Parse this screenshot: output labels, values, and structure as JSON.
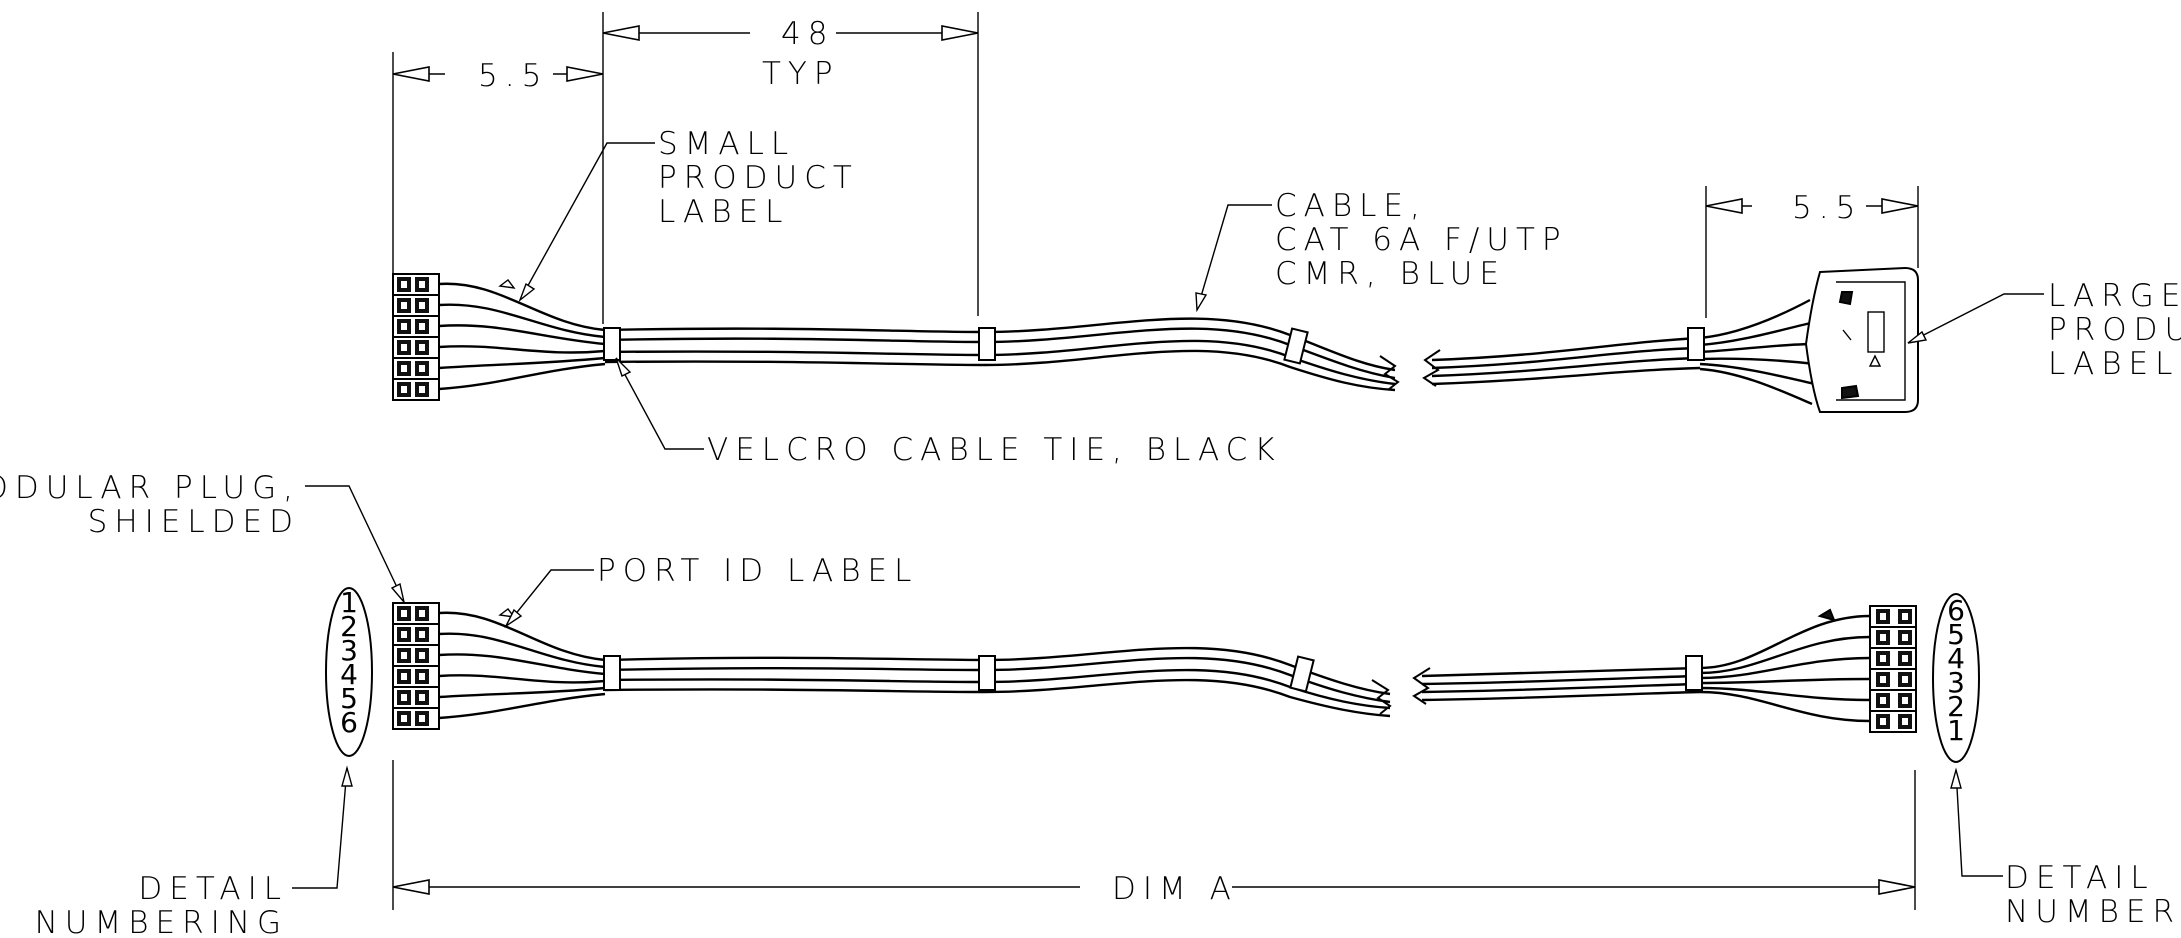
{
  "dimensions": {
    "left_offset": "5.5",
    "tie_spacing": "48",
    "tie_spacing_note": "TYP",
    "right_offset": "5.5",
    "overall": "DIM A"
  },
  "callouts": {
    "small_label": [
      "SMALL",
      "PRODUCT",
      "LABEL"
    ],
    "cable": [
      "CABLE,",
      "CAT 6A F/UTP",
      "CMR, BLUE"
    ],
    "large_label": [
      "LARGE",
      "PRODUC",
      "LABEL"
    ],
    "velcro": "VELCRO CABLE TIE, BLACK",
    "modular_plug": [
      "MODULAR PLUG,",
      "SHIELDED"
    ],
    "port_id": "PORT ID LABEL",
    "detail_left": [
      "DETAIL",
      "NUMBERING"
    ],
    "detail_right": [
      "DETAIL",
      "NUMBERING"
    ]
  },
  "numbering": {
    "left": [
      "1",
      "2",
      "3",
      "4",
      "5",
      "6"
    ],
    "right": [
      "6",
      "5",
      "4",
      "3",
      "2",
      "1"
    ]
  }
}
